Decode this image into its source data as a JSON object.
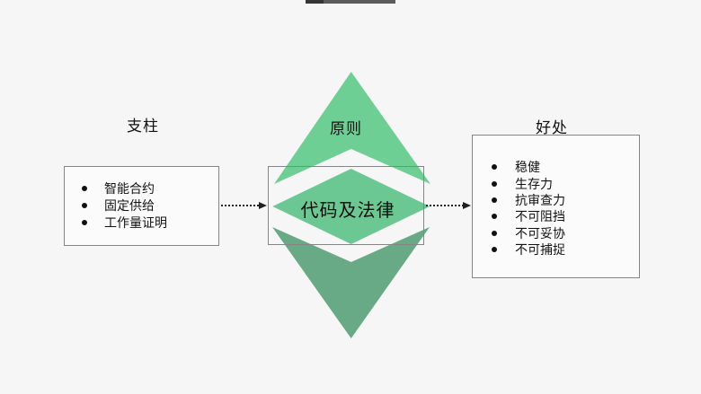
{
  "diagram": {
    "pillars": {
      "title": "支柱",
      "items": [
        "智能合约",
        "固定供给",
        "工作量证明"
      ]
    },
    "principles": {
      "title": "原则",
      "core_label": "代码及法律"
    },
    "benefits": {
      "title": "好处",
      "items": [
        "稳健",
        "生存力",
        "抗审查力",
        "不可阻挡",
        "不可妥协",
        "不可捕捉"
      ]
    }
  },
  "colors": {
    "background": "#f5f6f5",
    "logo_top": "#6ecf95",
    "logo_diamond": "#6bc893",
    "logo_bottom": "#68aa85",
    "box_border": "#858585",
    "arrow": "#1f1f1f"
  }
}
